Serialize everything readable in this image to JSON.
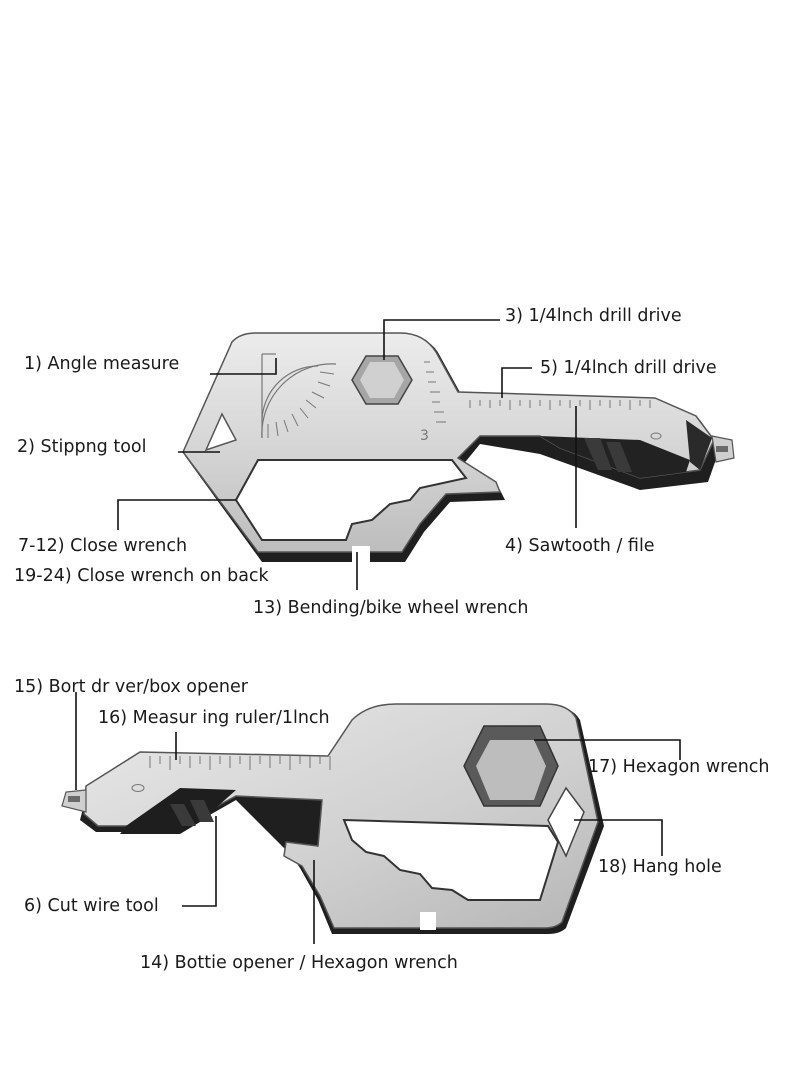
{
  "top_tool": {
    "labels": {
      "angle_measure": "1) Angle measure",
      "stripping_tool": "2) Stippng tool",
      "drill_drive_a": "3) 1/4lnch drill drive",
      "sawtooth_file": "4) Sawtooth / file",
      "drill_drive_b": "5) 1/4lnch drill drive",
      "close_wrench": "7-12) Close wrench",
      "close_wrench_back": "19-24) Close wrench on back",
      "bending_wrench": "13) Bending/bike wheel wrench"
    },
    "engraved_number": "3"
  },
  "bottom_tool": {
    "labels": {
      "screwdriver": "15) Bort dr ver/box opener",
      "measuring_ruler": "16) Measur ing ruler/1lnch",
      "hexagon_wrench": "17) Hexagon wrench",
      "hang_hole": "18) Hang hole",
      "cut_wire": "6) Cut wire tool",
      "bottle_opener": "14) Bottie opener / Hexagon wrench"
    }
  },
  "colors": {
    "metal_light": "#e2e2e2",
    "metal_mid": "#c4c4c4",
    "metal_edge": "#4a4a4a",
    "shadow": "#1c1c1c",
    "leader_line": "#111111"
  }
}
